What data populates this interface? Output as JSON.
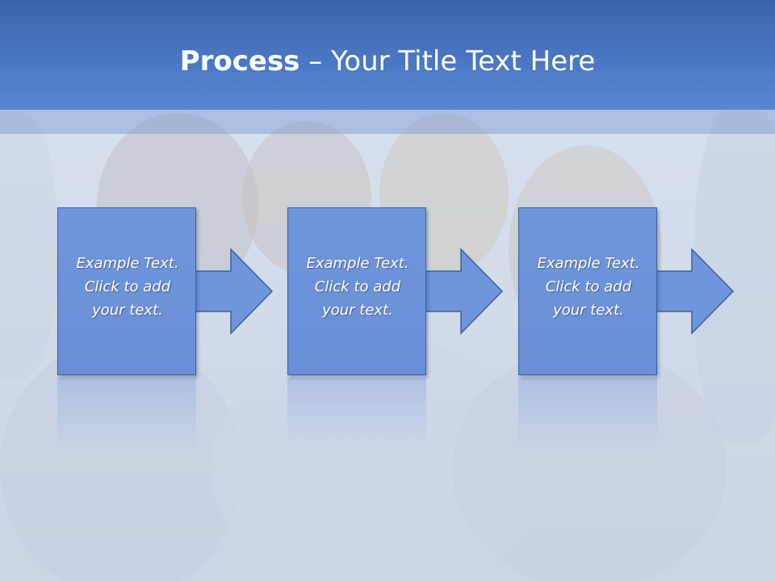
{
  "slide": {
    "title_bold": "Process",
    "title_rest": " – Your Title Text Here"
  },
  "steps": [
    {
      "line1": "Example Text.",
      "line2": "Click  to add",
      "line3": "your text."
    },
    {
      "line1": "Example Text.",
      "line2": "Click  to add",
      "line3": "your text."
    },
    {
      "line1": "Example Text.",
      "line2": "Click  to add",
      "line3": "your text."
    }
  ],
  "colors": {
    "header": "#4a77c4",
    "step_fill": "#6f95db",
    "step_border": "#3f5f9e",
    "text": "#ffffff"
  }
}
